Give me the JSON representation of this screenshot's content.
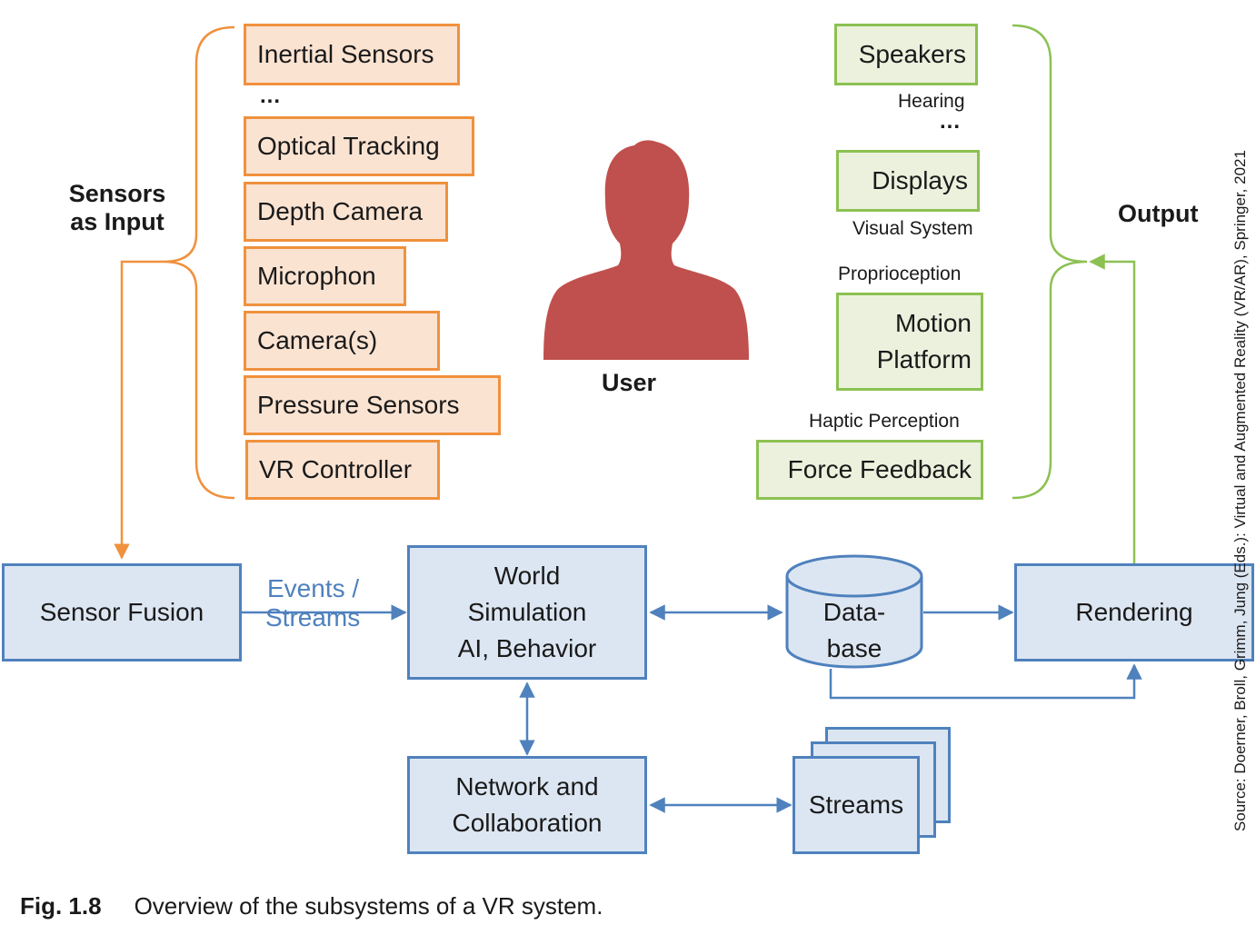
{
  "caption": {
    "label": "Fig. 1.8",
    "text": "Overview of the subsystems of a VR system."
  },
  "source": "Source: Doerner, Broll, Grimm, Jung (Eds.): Virtual and Augmented Reality (VR/AR), Springer, 2021",
  "input": {
    "heading_line1": "Sensors",
    "heading_line2": "as Input",
    "sensors": [
      "Inertial Sensors",
      "Optical Tracking",
      "Depth Camera",
      "Microphon",
      "Camera(s)",
      "Pressure Sensors",
      "VR Controller"
    ],
    "ellipsis": "..."
  },
  "user": {
    "label": "User"
  },
  "output": {
    "heading": "Output",
    "devices": {
      "speakers": "Speakers",
      "displays": "Displays",
      "motion_line1": "Motion",
      "motion_line2": "Platform",
      "force": "Force Feedback"
    },
    "senses": {
      "hearing": "Hearing",
      "visual": "Visual System",
      "proprioception": "Proprioception",
      "haptic": "Haptic Perception"
    },
    "ellipsis": "..."
  },
  "system": {
    "sensor_fusion": "Sensor Fusion",
    "events_line1": "Events /",
    "events_line2": "Streams",
    "world_line1": "World",
    "world_line2": "Simulation",
    "world_line3": "AI, Behavior",
    "db_line1": "Data-",
    "db_line2": "base",
    "rendering": "Rendering",
    "network_line1": "Network and",
    "network_line2": "Collaboration",
    "streams": "Streams"
  },
  "colors": {
    "input_border": "#f0913d",
    "input_fill": "#fbe3d2",
    "output_border": "#8cc152",
    "output_fill": "#ebf1dd",
    "system_border": "#4f81bd",
    "system_fill": "#dce6f2",
    "user_silhouette": "#c0504d"
  }
}
